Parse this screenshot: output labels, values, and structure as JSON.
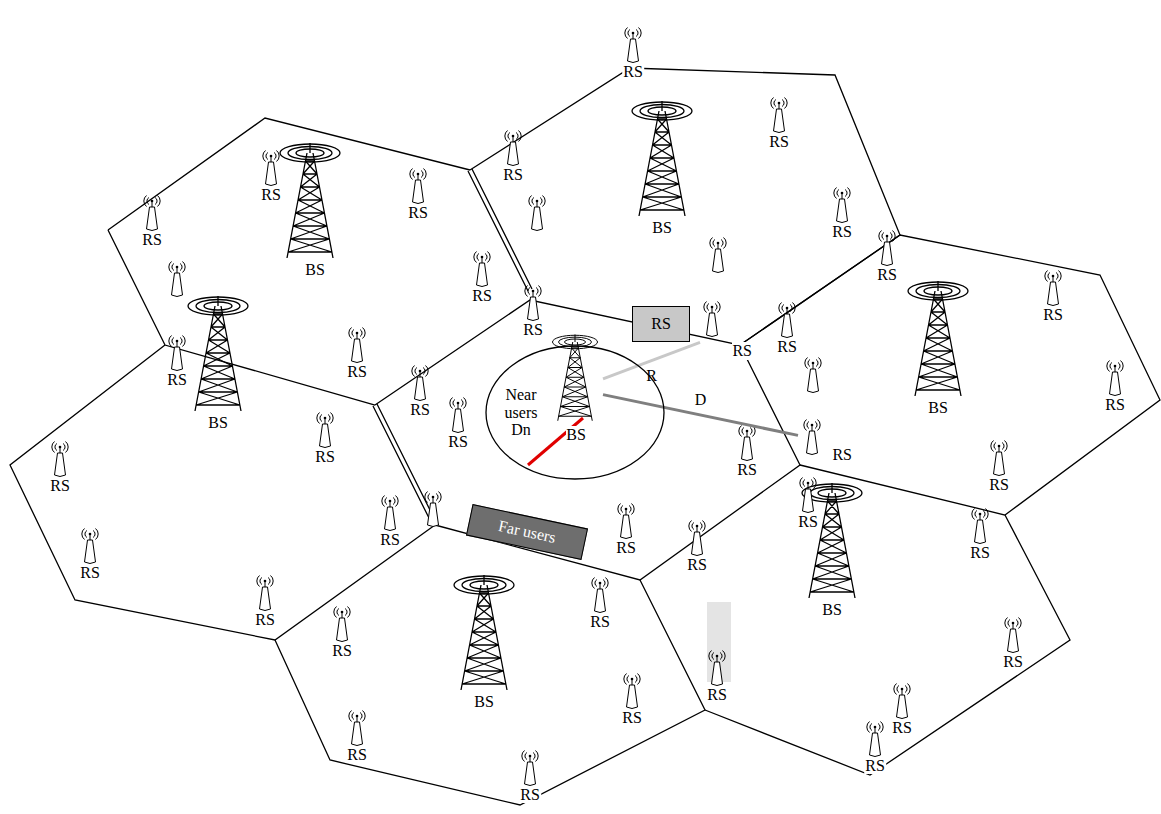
{
  "diagram": {
    "nodes": [
      {
        "text": [
          "Near users Dn"
        ]
      },
      {
        "text": [
          "BS"
        ],
        "in": 0
      },
      {
        "text": [
          "RS"
        ]
      },
      {
        "text": [
          "RS"
        ]
      },
      {
        "text": [
          "RS"
        ]
      },
      {
        "text": [
          "Far users"
        ]
      }
    ],
    "edges": [
      {
        "from": 1,
        "to": 3,
        "label": "R",
        "arrow": "none"
      },
      {
        "from": 1,
        "to": 4,
        "label": "D",
        "arrow": "none"
      }
    ],
    "labels": [
      "RS",
      "RS",
      "RS",
      "RS",
      "RS",
      "RS",
      "RS",
      "RS",
      "RS",
      "RS",
      "RS",
      "RS",
      "RS",
      "RS",
      "RS",
      "RS",
      "RS",
      "RS",
      "RS",
      "RS",
      "RS",
      "RS",
      "RS",
      "RS",
      "RS",
      "RS",
      "RS",
      "RS",
      "RS",
      "RS",
      "RS",
      "RS",
      "RS",
      "RS",
      "RS",
      "RS",
      "RS",
      "BS",
      "BS",
      "BS",
      "BS",
      "BS",
      "BS"
    ]
  }
}
